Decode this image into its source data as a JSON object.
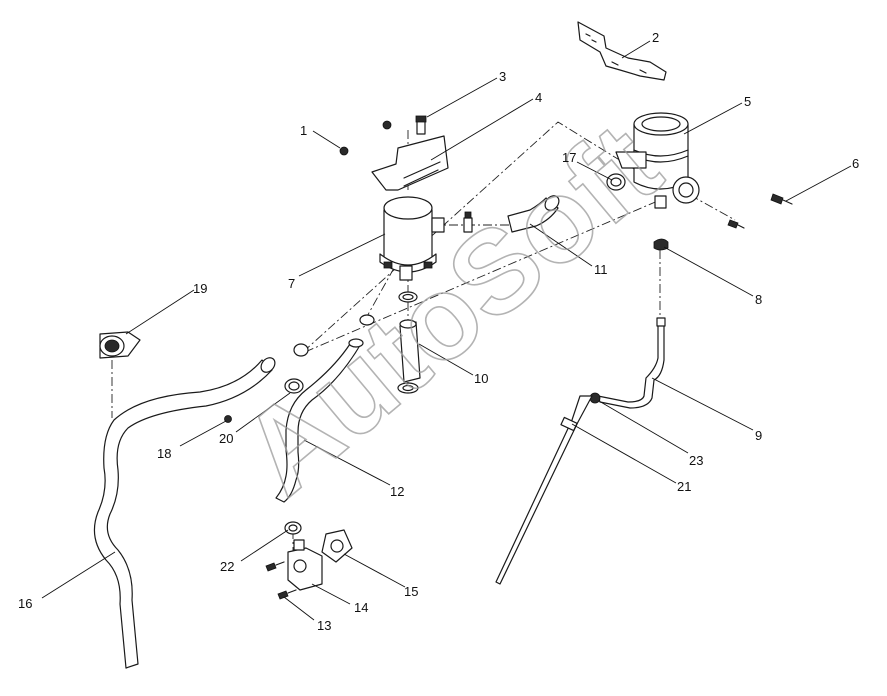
{
  "watermark": "AutoSoft",
  "callouts": {
    "c1": "1",
    "c2": "2",
    "c3": "3",
    "c4": "4",
    "c5": "5",
    "c6": "6",
    "c7": "7",
    "c8": "8",
    "c9": "9",
    "c10": "10",
    "c11": "11",
    "c12": "12",
    "c13": "13",
    "c14": "14",
    "c15": "15",
    "c16": "16",
    "c17": "17",
    "c18": "18",
    "c19": "19",
    "c20": "20",
    "c21": "21",
    "c22": "22",
    "c23": "23"
  }
}
